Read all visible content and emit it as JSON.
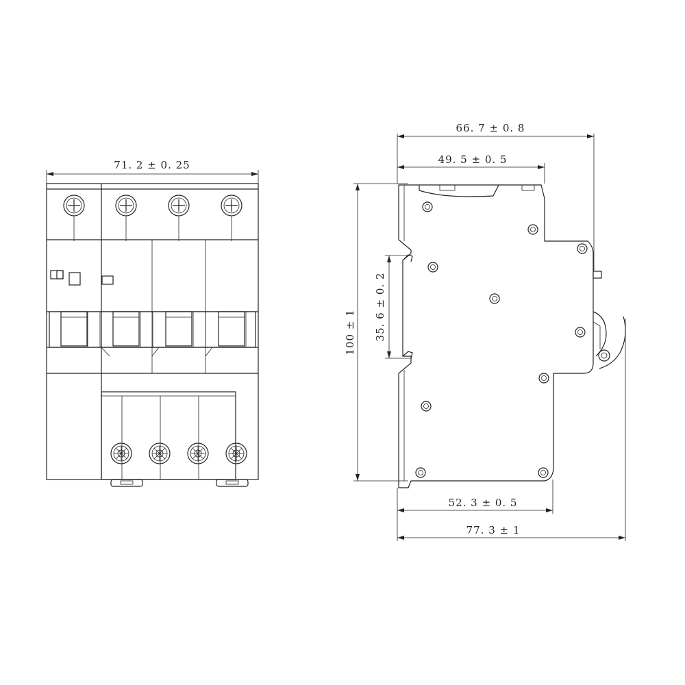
{
  "dimensions": {
    "front_width": "71. 2 ± 0. 25",
    "side_total_depth": "66. 7 ± 0. 8",
    "side_top_depth": "49. 5 ± 0. 5",
    "side_height": "100 ± 1",
    "rail_height": "35. 6 ± 0. 2",
    "side_bottom_depth": "52. 3 ± 0. 5",
    "side_overall_depth": "77. 3 ± 1"
  }
}
